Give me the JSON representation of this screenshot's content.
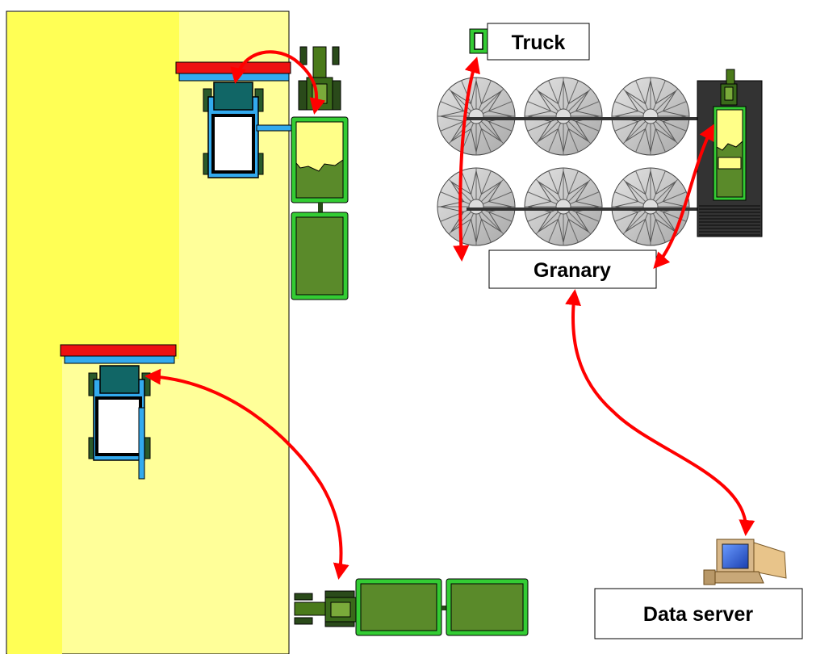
{
  "labels": {
    "truck": "Truck",
    "granary": "Granary",
    "data_server": "Data server"
  },
  "colors": {
    "field_harvested": "#ffff99",
    "field_unharvested": "#ffff55",
    "arrow": "#ff0000",
    "cart_green": "#33cc33",
    "grain_brown": "#5a8a2a",
    "combine_blue": "#33aaee",
    "combine_cab": "#116666",
    "header_red": "#ee1111",
    "silo_grey": "#cccccc",
    "dryer_dark": "#333333"
  },
  "icons": {
    "combine": "combine-harvester-icon",
    "tractor": "tractor-icon",
    "grain_cart": "grain-cart-icon",
    "silo": "grain-silo-icon",
    "dryer": "grain-dryer-icon",
    "computer": "computer-icon"
  }
}
